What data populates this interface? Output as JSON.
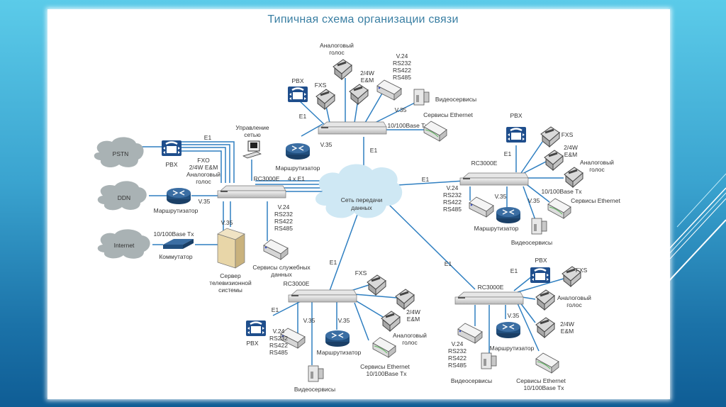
{
  "slide": {
    "title": "Типичная схема организации связи"
  },
  "colors": {
    "line": "#2f7fc1",
    "cloud_gray": "#a9b2b4",
    "cloud_blue": "#cfe8f4",
    "pbx_blue": "#1f4e8c",
    "router_blue": "#214f7e"
  },
  "center_cloud": {
    "label_line1": "Сеть передачи",
    "label_line2": "данных"
  },
  "left_node": {
    "device": "RC3000E",
    "trunk": "4 x E1",
    "clouds": [
      "PSTN",
      "DDN",
      "Internet"
    ],
    "pbx": "PBX",
    "e1": "E1",
    "fxo_lines": [
      "FXO",
      "2/4W E&M",
      "Аналоговый",
      "голос"
    ],
    "mgmt_lines": [
      "Управление",
      "сетью"
    ],
    "router": "Маршрутизатор",
    "router_top": "Маршрутизатор",
    "v35_router": "V.35",
    "v35_server": "V.35",
    "switch_speed": "10/100Base Tx",
    "switch": "Коммутатор",
    "server_lines": [
      "Сервер",
      "телевизионной",
      "системы"
    ],
    "serial_lines": [
      "V.24",
      "RS232",
      "RS422",
      "RS485"
    ],
    "data_service_lines": [
      "Сервисы служебных",
      "данных"
    ]
  },
  "top_node": {
    "pbx": "PBX",
    "e1_pbx": "E1",
    "fxs": "FXS",
    "analog_lines": [
      "Аналоговый",
      "голос"
    ],
    "em_lines": [
      "2/4W",
      "E&M"
    ],
    "serial_lines": [
      "V.24",
      "RS232",
      "RS422",
      "RS485"
    ],
    "video": "Видеосервисы",
    "v35_video": "V.35",
    "ethernet": "Сервисы Ethernet",
    "eth_speed": "10/100Base Tx",
    "v35_router": "V.35",
    "e1_cloud": "E1"
  },
  "right_node": {
    "device": "RC3000E",
    "pbx": "PBX",
    "e1_pbx": "E1",
    "fxs": "FXS",
    "em_lines": [
      "2/4W",
      "E&M"
    ],
    "analog_lines": [
      "Аналоговый",
      "голос"
    ],
    "e1_cloud": "E1",
    "serial_lines": [
      "V.24",
      "RS232",
      "RS422",
      "RS485"
    ],
    "v35_router": "V.35",
    "router": "Маршрутизатор",
    "v35_video": "V.35",
    "video": "Видеосервисы",
    "eth_speed": "10/100Base Tx",
    "ethernet": "Сервисы Ethernet"
  },
  "bottom_left_node": {
    "device": "RC3000E",
    "e1_cloud": "E1",
    "e1_pbx": "E1",
    "pbx": "PBX",
    "fxs": "FXS",
    "em_lines": [
      "2/4W",
      "E&M"
    ],
    "analog_lines": [
      "Аналоговый",
      "голос"
    ],
    "v35_video": "V.35",
    "v35_router": "V.35",
    "serial_lines": [
      "V.24",
      "RS232",
      "RS422",
      "RS485"
    ],
    "router": "Маршрутизатор",
    "ethernet": "Сервисы Ethernet",
    "eth_speed": "10/100Base Tx",
    "video": "Видеосервисы"
  },
  "bottom_right_node": {
    "device": "RC3000E",
    "e1_cloud": "E1",
    "e1_pbx": "E1",
    "pbx": "PBX",
    "fxs": "FXS",
    "analog_lines": [
      "Аналоговый",
      "голос"
    ],
    "em_lines": [
      "2/4W",
      "E&M"
    ],
    "v35_router": "V.35",
    "router": "Маршрутизатор",
    "serial_lines": [
      "V.24",
      "RS232",
      "RS422",
      "RS485"
    ],
    "video": "Видеосервисы",
    "ethernet": "Сервисы Ethernet",
    "eth_speed": "10/100Base Tx"
  }
}
